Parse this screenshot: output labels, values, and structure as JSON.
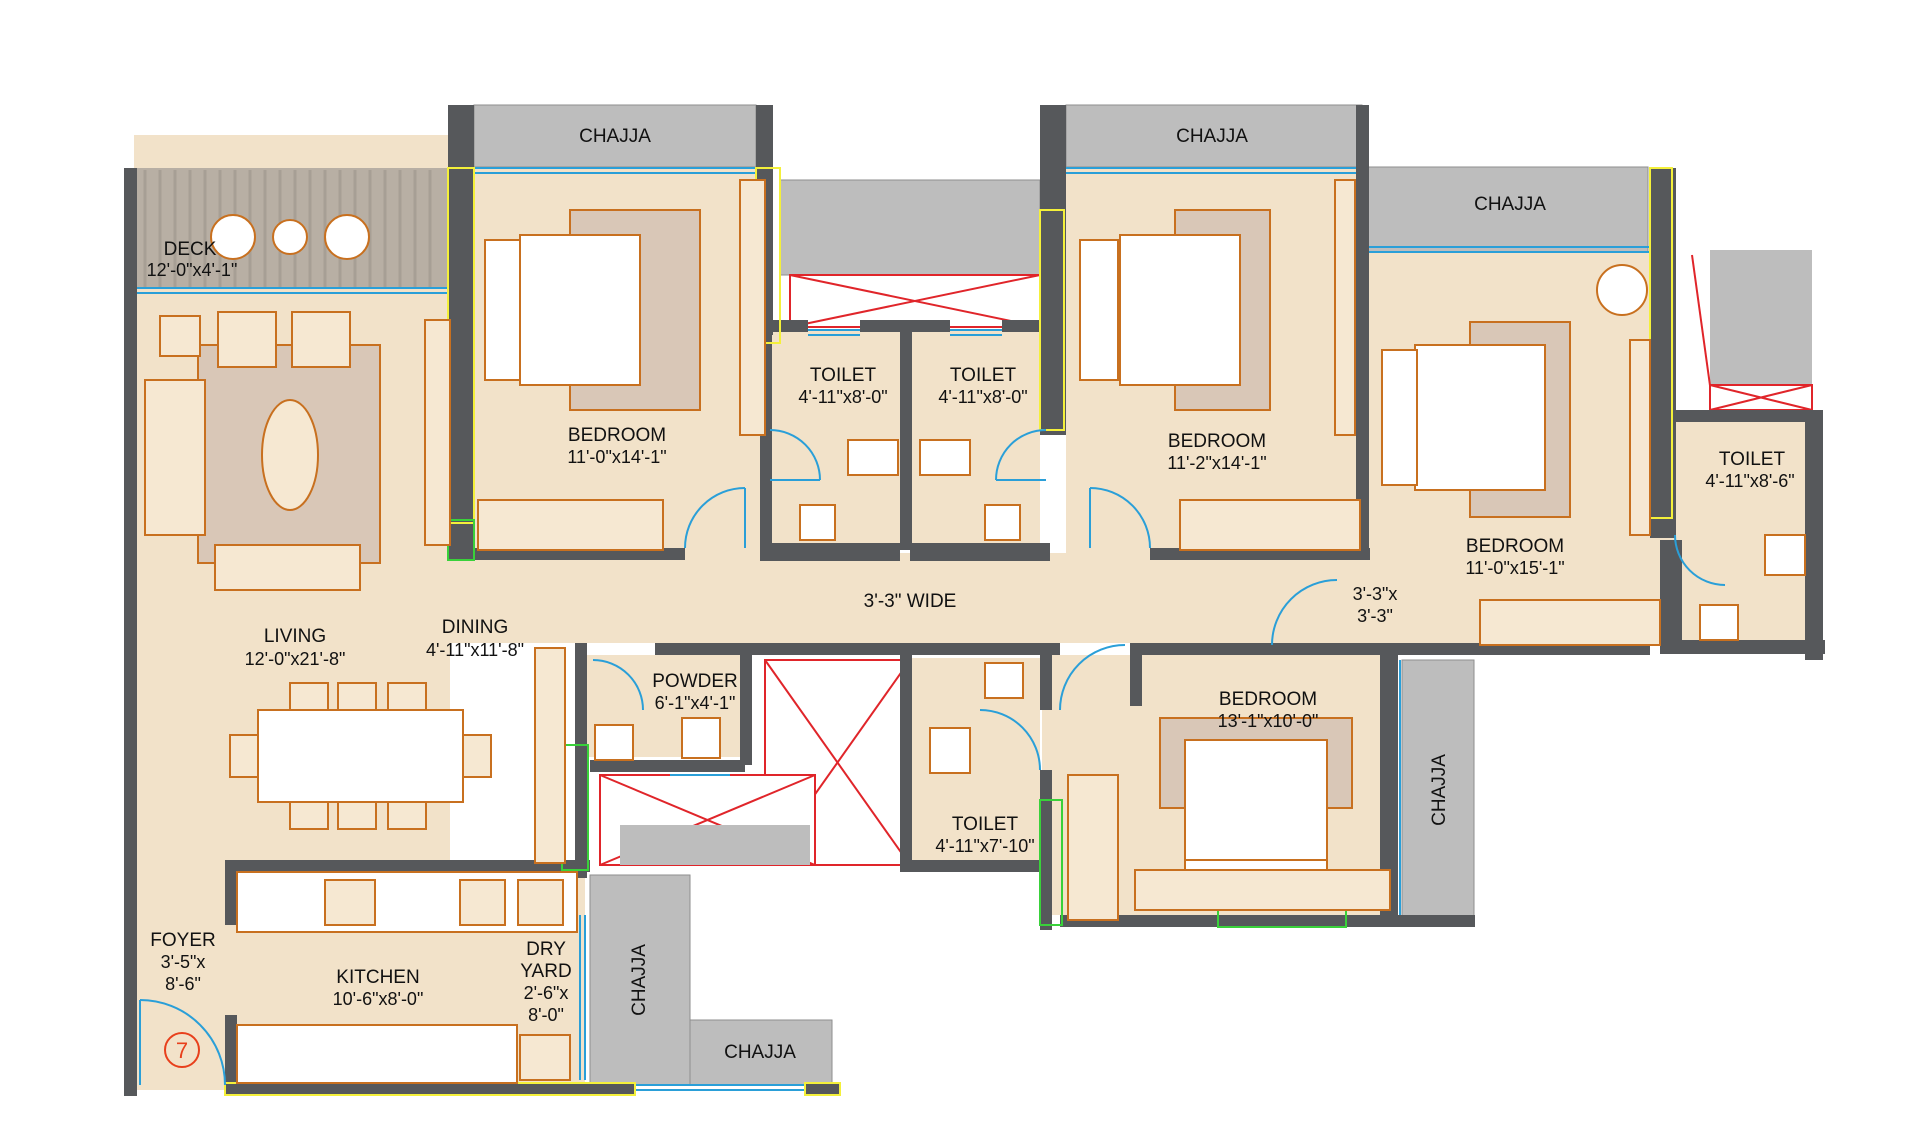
{
  "colors": {
    "floor": "#f2e2c9",
    "wall": "#56585b",
    "chajja": "#bdbdbd",
    "furniture": "#c8701f",
    "door_swing": "#2a9fd8",
    "shaft_cross": "#e0252a",
    "window": "#2a9fd8",
    "column_outline_yellow": "#f4f03a",
    "column_outline_green": "#39d13a",
    "unit_marker": "#e8401c"
  },
  "chajja": {
    "top_left": "CHAJJA",
    "top_middle": "CHAJJA",
    "top_right": "CHAJJA",
    "right_vertical": "CHAJJA",
    "bottom_vertical": "CHAJJA",
    "bottom_horizontal": "CHAJJA"
  },
  "rooms": {
    "deck": {
      "name": "DECK",
      "size": "12'-0\"x4'-1\""
    },
    "living": {
      "name": "LIVING",
      "size": "12'-0\"x21'-8\""
    },
    "dining": {
      "name": "DINING",
      "size": "4'-11\"x11'-8\""
    },
    "bedroom1": {
      "name": "BEDROOM",
      "size": "11'-0\"x14'-1\""
    },
    "bedroom2": {
      "name": "BEDROOM",
      "size": "11'-2\"x14'-1\""
    },
    "bedroom3": {
      "name": "BEDROOM",
      "size": "11'-0\"x15'-1\""
    },
    "bedroom4": {
      "name": "BEDROOM",
      "size": "13'-1\"x10'-0\""
    },
    "toilet1": {
      "name": "TOILET",
      "size": "4'-11\"x8'-0\""
    },
    "toilet2": {
      "name": "TOILET",
      "size": "4'-11\"x8'-0\""
    },
    "toilet3": {
      "name": "TOILET",
      "size": "4'-11\"x8'-6\""
    },
    "toilet4": {
      "name": "TOILET",
      "size": "4'-11\"x7'-10\""
    },
    "powder": {
      "name": "POWDER",
      "size": "6'-1\"x4'-1\""
    },
    "kitchen": {
      "name": "KITCHEN",
      "size": "10'-6\"x8'-0\""
    },
    "dry_yard": {
      "name_line1": "DRY",
      "name_line2": "YARD",
      "size_line1": "2'-6\"x",
      "size_line2": "8'-0\""
    },
    "foyer": {
      "name": "FOYER",
      "size_line1": "3'-5\"x",
      "size_line2": "8'-6\""
    },
    "passage": {
      "label": "3'-3\" WIDE"
    },
    "lobby": {
      "size_line1": "3'-3\"x",
      "size_line2": "3'-3\""
    }
  },
  "unit_marker": {
    "number": "7"
  }
}
